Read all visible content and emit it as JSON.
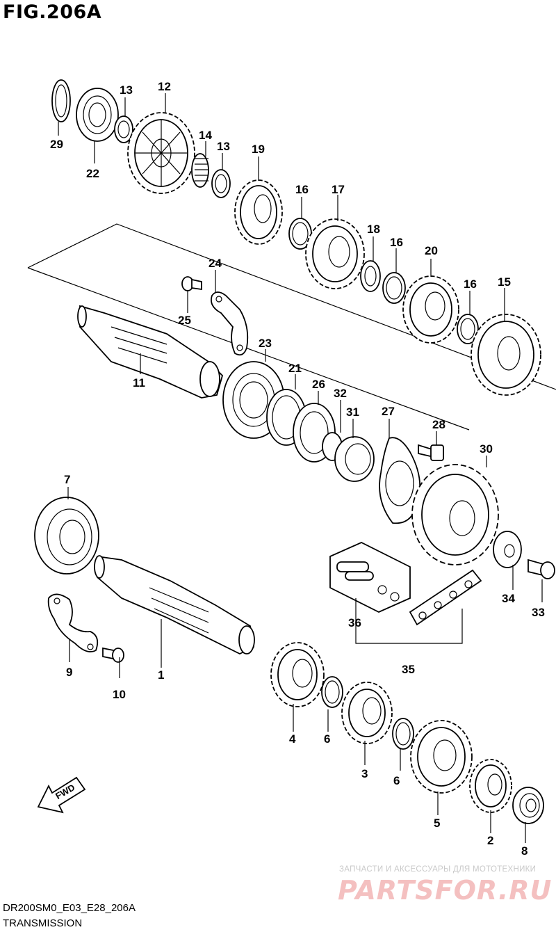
{
  "figure": {
    "title": "FIG.206A",
    "code": "DR200SM0_E03_E28_206A",
    "name": "TRANSMISSION"
  },
  "watermark": {
    "tagline": "ЗАПЧАСТИ И АКСЕССУАРЫ ДЛЯ МОТОТЕХНИКИ",
    "brand": "PARTSFOR.RU"
  },
  "direction_badge": "FWD",
  "callouts": [
    "29",
    "22",
    "13",
    "12",
    "14",
    "13",
    "19",
    "16",
    "17",
    "18",
    "16",
    "20",
    "16",
    "15",
    "24",
    "25",
    "23",
    "11",
    "21",
    "26",
    "32",
    "31",
    "27",
    "28",
    "30",
    "7",
    "9",
    "10",
    "1",
    "36",
    "34",
    "33",
    "35",
    "4",
    "6",
    "3",
    "6",
    "5",
    "2",
    "8"
  ]
}
